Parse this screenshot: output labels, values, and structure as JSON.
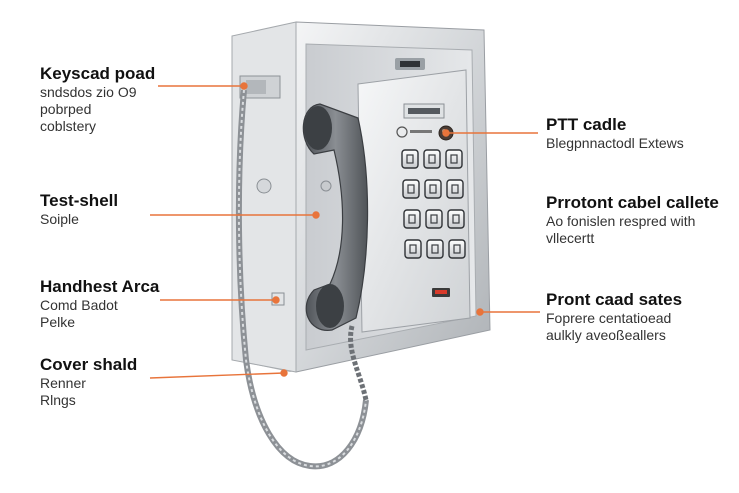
{
  "callouts": {
    "keypad": {
      "title": "Keyscad poad",
      "lines": [
        "sndsdos zio O9",
        "pobrped",
        "coblstery"
      ]
    },
    "test_shell": {
      "title": "Test-shell",
      "lines": [
        "Soiple"
      ]
    },
    "handset_area": {
      "title": "Handhest Arca",
      "lines": [
        "Comd Badot",
        "Pelke"
      ]
    },
    "cover_shield": {
      "title": "Cover shald",
      "lines": [
        "Renner",
        "Rlngs"
      ]
    },
    "ptt_cable": {
      "title": "PTT сadle",
      "lines": [
        "Blegpnnactodl Extews"
      ]
    },
    "protect_cable": {
      "title": "Prrotont cabel callete",
      "lines": [
        "Ao fonislen respred with",
        "vllecertt"
      ]
    },
    "front_case": {
      "title": "Pront caad sates",
      "lines": [
        "Foprere centatioead",
        "aulkly aveoßeallers"
      ]
    }
  },
  "colors": {
    "leader": "#e8743b",
    "housing": "#d9dcdf",
    "handset": "#6e7277",
    "keypad_plate": "#eceeef"
  },
  "keypad_keys": 12
}
